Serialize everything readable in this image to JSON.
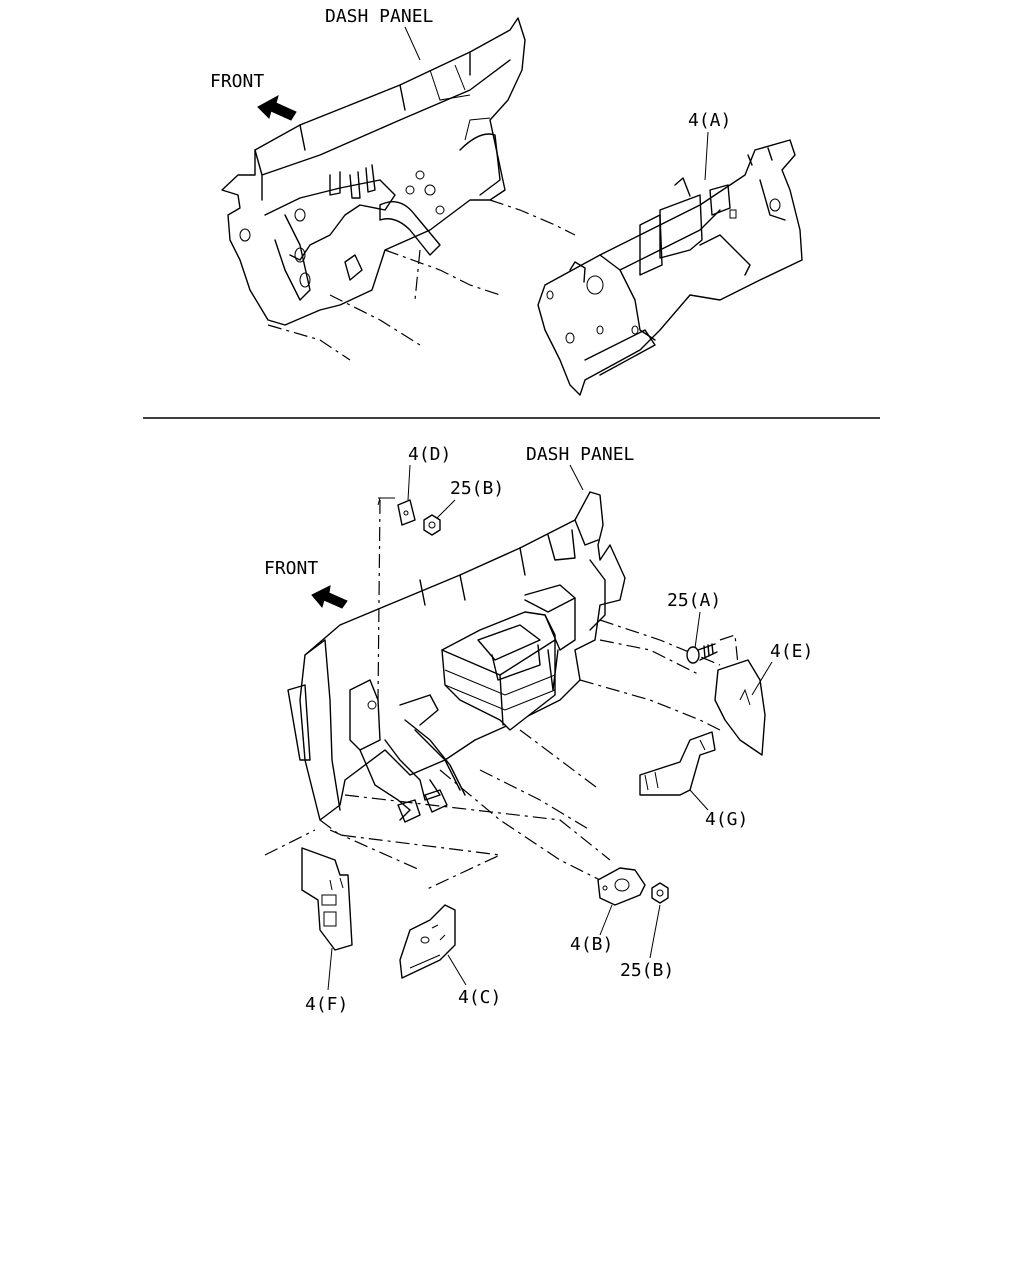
{
  "top_view": {
    "dash_panel_label": "DASH PANEL",
    "front_label": "FRONT",
    "callout_4A": "4(A)"
  },
  "bottom_view": {
    "dash_panel_label": "DASH PANEL",
    "front_label": "FRONT",
    "callouts": {
      "c4D": "4(D)",
      "c25B_top": "25(B)",
      "c25A": "25(A)",
      "c4E": "4(E)",
      "c4G": "4(G)",
      "c4B": "4(B)",
      "c25B_bottom": "25(B)",
      "c4F": "4(F)",
      "c4C": "4(C)"
    }
  }
}
